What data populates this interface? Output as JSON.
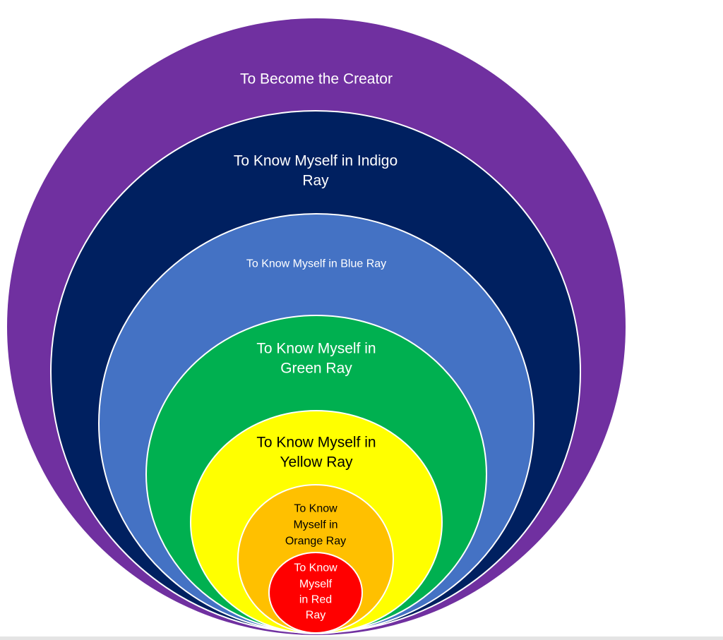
{
  "rings": [
    {
      "id": "creator",
      "color": "#7030a0",
      "text_color": "#ffffff",
      "lines": [
        "To Become the Creator"
      ]
    },
    {
      "id": "indigo",
      "color": "#002060",
      "text_color": "#ffffff",
      "lines": [
        "To Know Myself in Indigo",
        "Ray"
      ]
    },
    {
      "id": "blue",
      "color": "#4472c4",
      "text_color": "#ffffff",
      "lines": [
        "To Know Myself in Blue Ray"
      ]
    },
    {
      "id": "green",
      "color": "#00b050",
      "text_color": "#ffffff",
      "lines": [
        "To Know Myself in",
        "Green Ray"
      ]
    },
    {
      "id": "yellow",
      "color": "#ffff00",
      "text_color": "#000000",
      "lines": [
        "To Know Myself in",
        "Yellow Ray"
      ]
    },
    {
      "id": "orange",
      "color": "#ffc000",
      "text_color": "#000000",
      "lines": [
        "To Know",
        "Myself in",
        "Orange Ray"
      ]
    },
    {
      "id": "red",
      "color": "#ff0000",
      "text_color": "#ffffff",
      "lines": [
        "To Know",
        "Myself",
        "in Red",
        "Ray"
      ]
    }
  ]
}
